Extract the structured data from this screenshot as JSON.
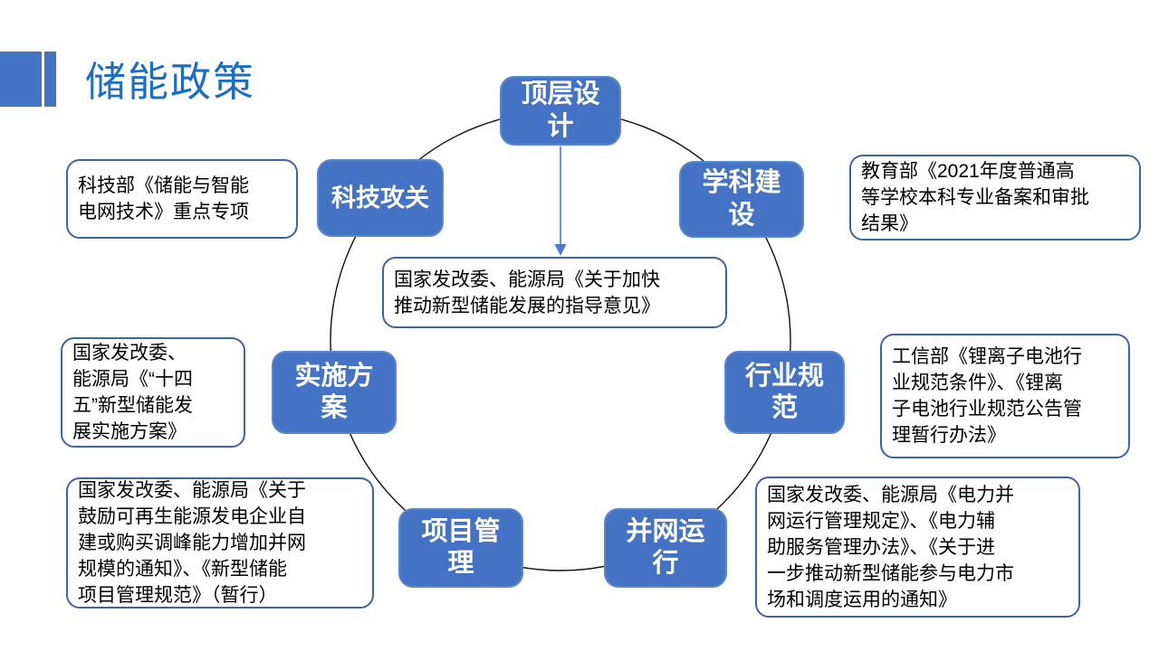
{
  "slide": {
    "title": "储能政策"
  },
  "colors": {
    "accent": "#4472C4",
    "title_text": "#1C6EC4",
    "node_fill": "#4472C4",
    "box_border": "#41639F",
    "circle_stroke": "#111111",
    "arrow": "#4B7BC8"
  },
  "diagram": {
    "nodes": {
      "top": "顶层设\n计",
      "upper_left": "科技攻关",
      "upper_right": "学科建\n设",
      "left": "实施方\n案",
      "right": "行业规\n范",
      "bottom_left": "项目管\n理",
      "bottom_right": "并网运\n行"
    },
    "center_note": "国家发改委、能源局《关于加快\n推动新型储能发展的指导意见》",
    "policies": {
      "tech": "科技部《储能与智能\n电网技术》重点专项",
      "education": "教育部《2021年度普通高\n等学校本科专业备案和审批\n结果》",
      "implementation": "国家发改委、\n能源局《“十四\n五”新型储能发\n展实施方案》",
      "industry": "工信部《锂离子电池行\n业规范条件》、《锂离\n子电池行业规范公告管\n理暂行办法》",
      "project": "国家发改委、能源局《关于\n鼓励可再生能源发电企业自\n建或购买调峰能力增加并网\n规模的通知》、《新型储能\n项目管理规范》（暂行）",
      "grid": "国家发改委、能源局《电力并\n网运行管理规定》、《电力辅\n助服务管理办法》、《关于进\n一步推动新型储能参与电力市\n场和调度运用的通知》"
    }
  }
}
